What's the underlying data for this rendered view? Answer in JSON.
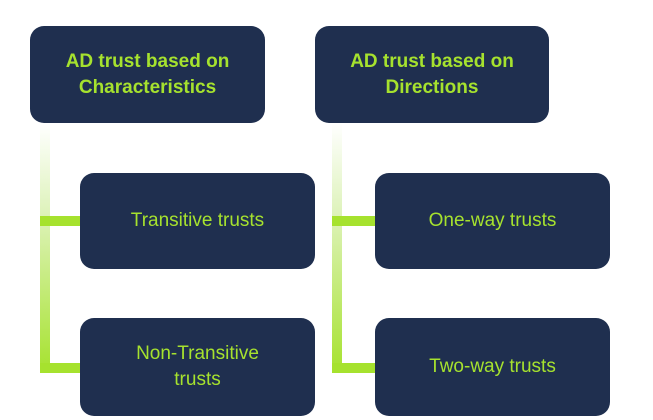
{
  "colors": {
    "box_background": "#1f2f4f",
    "text_accent": "#a6e22e",
    "connector": "#a6e22e"
  },
  "groups": [
    {
      "title": "AD trust based on\nCharacteristics",
      "items": [
        "Transitive trusts",
        "Non-Transitive\ntrusts"
      ]
    },
    {
      "title": "AD trust based on\nDirections",
      "items": [
        "One-way trusts",
        "Two-way trusts"
      ]
    }
  ]
}
